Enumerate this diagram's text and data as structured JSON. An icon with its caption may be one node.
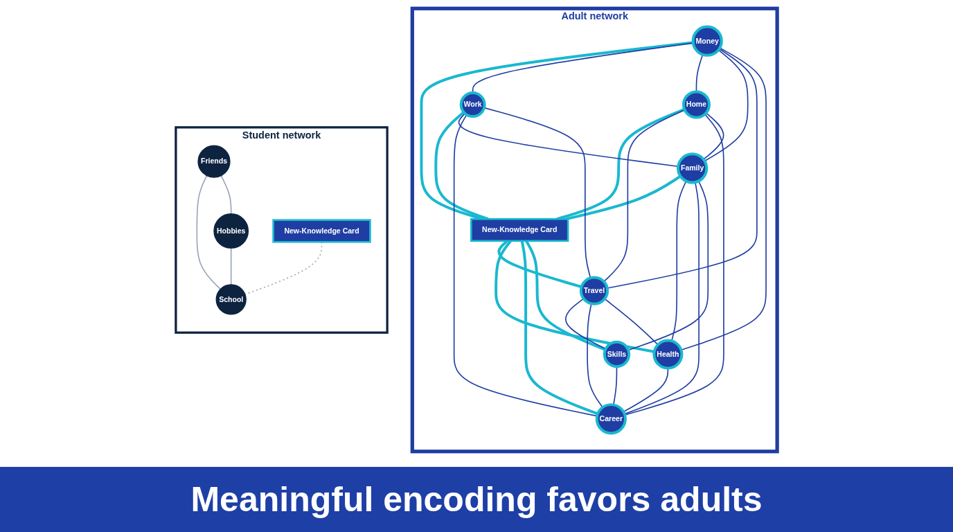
{
  "diagram": {
    "caption": "Meaningful encoding favors adults",
    "nodes": [
      {
        "text": [
          "Student network"
        ]
      },
      {
        "text": [
          "Friends"
        ],
        "in": 0
      },
      {
        "text": [
          "Hobbies"
        ],
        "in": 0
      },
      {
        "text": [
          "New-Knowledge Card"
        ],
        "in": 0
      },
      {
        "text": [
          "School"
        ],
        "in": 0
      },
      {
        "text": [
          "Adult network"
        ]
      },
      {
        "text": [
          "Money"
        ],
        "in": 5
      },
      {
        "text": [
          "Work"
        ],
        "in": 5
      },
      {
        "text": [
          "Home"
        ],
        "in": 5
      },
      {
        "text": [
          "Family"
        ],
        "in": 5
      },
      {
        "text": [
          "New-Knowledge Card"
        ],
        "in": 5
      },
      {
        "text": [
          "Travel"
        ],
        "in": 5
      },
      {
        "text": [
          "Health"
        ],
        "in": 5
      },
      {
        "text": [
          "Career"
        ],
        "in": 5
      },
      {
        "text": [
          "Skills"
        ],
        "in": 5
      }
    ],
    "edges": [
      {
        "from": 1,
        "to": 2,
        "arrow": "none",
        "color": "#9aa5b8"
      },
      {
        "from": 1,
        "to": 4,
        "arrow": "none",
        "color": "#9aa5b8"
      },
      {
        "from": 2,
        "to": 4,
        "arrow": "none",
        "color": "#9aa5b8"
      },
      {
        "from": 3,
        "to": 4,
        "arrow": "none",
        "style": "dashed",
        "color": "#9aa5b8"
      },
      {
        "from": 6,
        "to": 10,
        "arrow": "none",
        "style": "thick",
        "color": "#1ab8d0"
      },
      {
        "from": 7,
        "to": 10,
        "arrow": "none",
        "style": "thick",
        "color": "#1ab8d0"
      },
      {
        "from": 8,
        "to": 10,
        "arrow": "none",
        "style": "thick",
        "color": "#1ab8d0"
      },
      {
        "from": 9,
        "to": 10,
        "arrow": "none",
        "style": "thick",
        "color": "#1ab8d0"
      },
      {
        "from": 10,
        "to": 11,
        "arrow": "none",
        "style": "thick",
        "color": "#1ab8d0"
      },
      {
        "from": 10,
        "to": 12,
        "arrow": "none",
        "style": "thick",
        "color": "#1ab8d0"
      },
      {
        "from": 10,
        "to": 13,
        "arrow": "none",
        "style": "thick",
        "color": "#1ab8d0"
      },
      {
        "from": 10,
        "to": 14,
        "arrow": "none",
        "style": "thick",
        "color": "#1ab8d0"
      },
      {
        "from": 6,
        "to": 7,
        "arrow": "none"
      },
      {
        "from": 6,
        "to": 8,
        "arrow": "none"
      },
      {
        "from": 7,
        "to": 9,
        "arrow": "none"
      },
      {
        "from": 8,
        "to": 11,
        "arrow": "none"
      },
      {
        "from": 9,
        "to": 12,
        "arrow": "none"
      },
      {
        "from": 11,
        "to": 14,
        "arrow": "none"
      },
      {
        "from": 12,
        "to": 13,
        "arrow": "none"
      },
      {
        "from": 14,
        "to": 13,
        "arrow": "none"
      },
      {
        "from": 6,
        "to": 9,
        "arrow": "none"
      },
      {
        "from": 6,
        "to": 11,
        "arrow": "none"
      },
      {
        "from": 9,
        "to": 13,
        "arrow": "none"
      },
      {
        "from": 11,
        "to": 13,
        "arrow": "none"
      },
      {
        "from": 6,
        "to": 12,
        "arrow": "none"
      },
      {
        "from": 7,
        "to": 13,
        "arrow": "none"
      },
      {
        "from": 8,
        "to": 13,
        "arrow": "none"
      },
      {
        "from": 7,
        "to": 11,
        "arrow": "none"
      },
      {
        "from": 8,
        "to": 9,
        "arrow": "none"
      },
      {
        "from": 9,
        "to": 14,
        "arrow": "none"
      },
      {
        "from": 11,
        "to": 12,
        "arrow": "none"
      }
    ]
  }
}
